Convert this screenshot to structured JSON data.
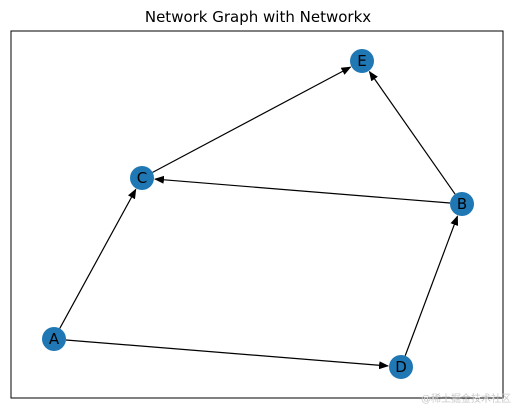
{
  "figure": {
    "title": "Network Graph with Networkx",
    "watermark": "@稀土掘金技术社区"
  },
  "graph": {
    "directed": true,
    "nodes": [
      {
        "id": "A",
        "label": "A"
      },
      {
        "id": "B",
        "label": "B"
      },
      {
        "id": "C",
        "label": "C"
      },
      {
        "id": "D",
        "label": "D"
      },
      {
        "id": "E",
        "label": "E"
      }
    ],
    "edges": [
      {
        "from": "A",
        "to": "C"
      },
      {
        "from": "A",
        "to": "D"
      },
      {
        "from": "C",
        "to": "E"
      },
      {
        "from": "B",
        "to": "C"
      },
      {
        "from": "B",
        "to": "E"
      },
      {
        "from": "D",
        "to": "B"
      }
    ]
  },
  "colors": {
    "node_fill": "#1f77b4",
    "edge": "#000000",
    "frame": "#000000",
    "background": "#ffffff"
  }
}
